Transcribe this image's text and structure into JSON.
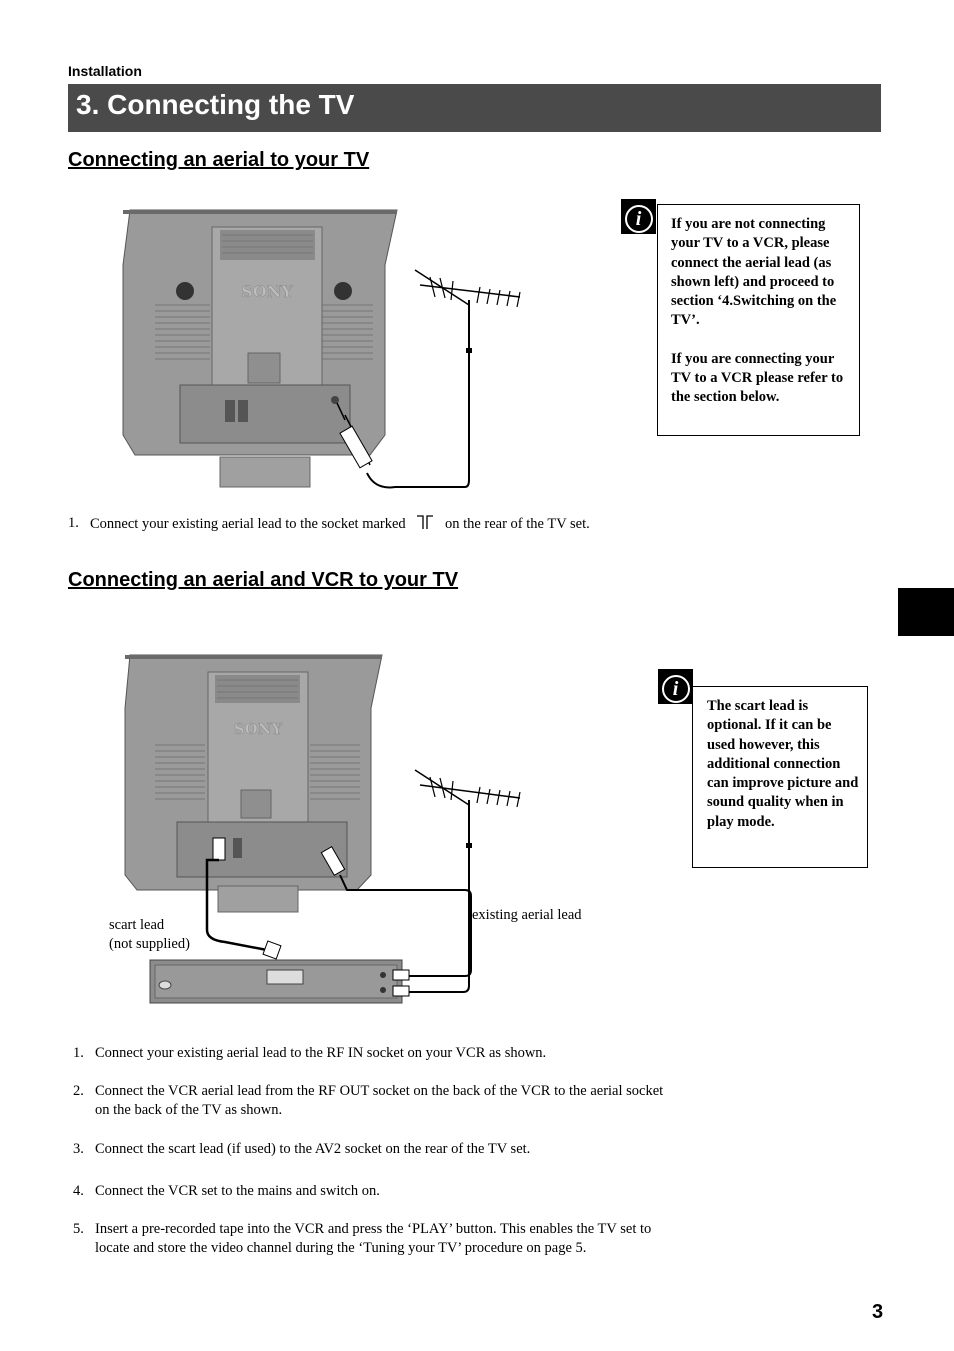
{
  "header": {
    "section": "Installation",
    "title": "3. Connecting the TV"
  },
  "section1": {
    "heading": "Connecting an aerial to your TV",
    "note": "If you are not connecting your TV to a VCR, please connect the aerial lead (as shown left) and proceed to section ‘4.Switching on the TV’.",
    "note2": "If you are connecting your TV to a VCR please refer to the section below.",
    "step_number": "1.",
    "step_before": "Connect your existing aerial lead to the socket marked",
    "step_after": "on the rear of the TV set.",
    "brand": "SONY"
  },
  "section2": {
    "heading": "Connecting an aerial and VCR to your TV",
    "note": "The scart lead is optional.  If it can be used however, this additional connection can improve picture and sound quality when in play mode.",
    "label_scart_1": "scart lead",
    "label_scart_2": "(not supplied)",
    "label_aerial": "existing aerial lead",
    "brand": "SONY",
    "steps": [
      {
        "num": "1.",
        "text": "Connect your existing aerial lead to the RF IN socket on your VCR as shown."
      },
      {
        "num": "2.",
        "text": "Connect the VCR aerial lead from the RF OUT socket on the back of the VCR to the aerial socket on the back of the TV as shown."
      },
      {
        "num": "3.",
        "text": "Connect the scart lead (if used) to the AV2 socket on the rear of the TV set."
      },
      {
        "num": "4.",
        "text": "Connect the VCR set to the mains and switch on."
      },
      {
        "num": "5.",
        "text": "Insert a pre-recorded tape into the VCR and press the ‘PLAY’ button. This enables the TV set to locate and store the video channel during the ‘Tuning your TV’ procedure on page 5."
      }
    ]
  },
  "info_icon_glyph": "i",
  "page_number": "3"
}
